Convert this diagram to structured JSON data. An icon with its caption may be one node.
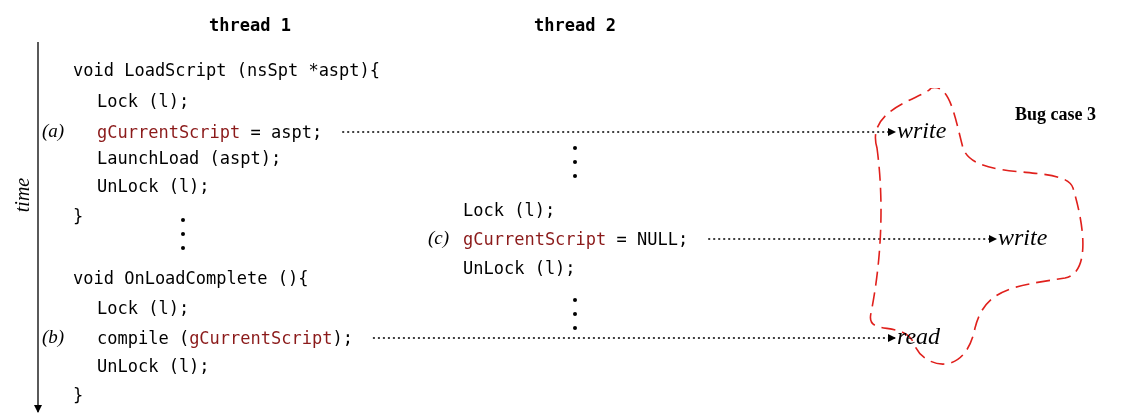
{
  "diagram": {
    "nodes": [
      {
        "text": [
          "gCurrentScript",
          "= aspt;"
        ],
        "beside": [
          "(a)"
        ]
      },
      {
        "text": [
          "gCurrentScript",
          "= NULL;"
        ],
        "beside": [
          "(c)"
        ]
      },
      {
        "text": [
          "compile (",
          "gCurrentScript",
          ");"
        ],
        "beside": [
          "(b)"
        ]
      },
      {
        "text": [
          "Bug case 3"
        ]
      },
      {
        "text": [
          "write"
        ],
        "in": 3
      },
      {
        "text": [
          "write"
        ],
        "in": 3
      },
      {
        "text": [
          "read"
        ],
        "in": 3
      }
    ],
    "edges": [
      {
        "from": 0,
        "to": 4,
        "arrow": "to",
        "style": "dashed"
      },
      {
        "from": 1,
        "to": 5,
        "arrow": "to",
        "style": "dashed"
      },
      {
        "from": 2,
        "to": 6,
        "arrow": "to",
        "style": "dashed"
      }
    ],
    "labels": [
      "thread 1",
      "thread 2",
      "time",
      "void LoadScript (nsSpt *aspt){",
      "Lock (l);",
      "LaunchLoad (aspt);",
      "UnLock (l);",
      "}",
      "Lock (l);",
      "UnLock (l);",
      "void OnLoadComplete (){",
      "Lock (l);",
      "UnLock (l);",
      "}"
    ]
  }
}
